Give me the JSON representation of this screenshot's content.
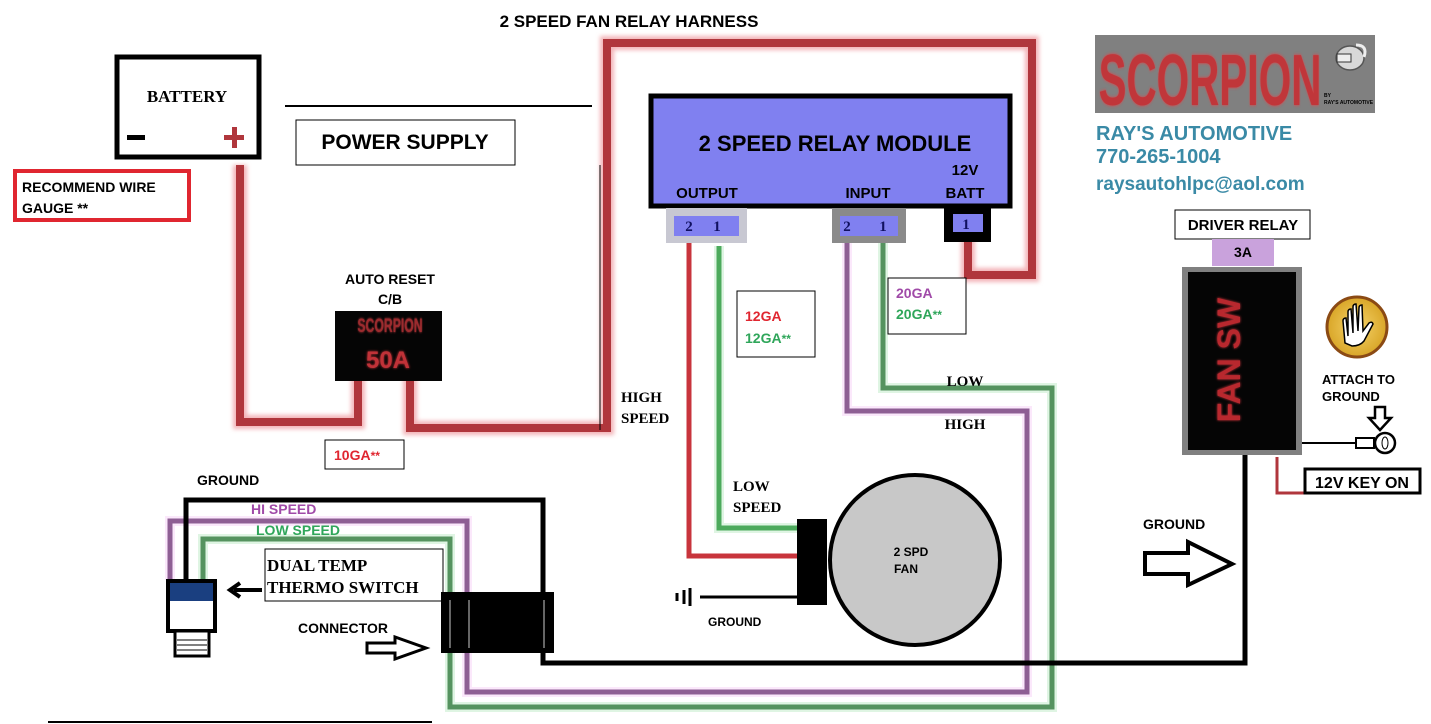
{
  "title": "2 SPEED FAN RELAY HARNESS",
  "colors": {
    "power": "#b0363c",
    "green": "#4c9a5e",
    "purple": "#8e5f94",
    "black": "#000000",
    "module": "#8080f0",
    "brand_teal": "#3a8aa6",
    "gauge_red": "#e02630",
    "gauge_green": "#2fa65a",
    "gauge_purple": "#a04aa8",
    "relay_fuse": "#c9a2dc"
  },
  "battery": {
    "label": "BATTERY",
    "neg": "−",
    "pos": "+"
  },
  "power_supply": {
    "label": "POWER SUPPLY"
  },
  "wire_gauge_note": {
    "line1": "RECOMMEND WIRE",
    "line2": "GAUGE **"
  },
  "circuit_breaker": {
    "label1": "AUTO RESET",
    "label2": "C/B",
    "brand": "SCORPION",
    "rating": "50A"
  },
  "gauge_10": {
    "value": "10GA",
    "mark": "**"
  },
  "module": {
    "title": "2 SPEED RELAY MODULE",
    "output_label": "OUTPUT",
    "input_label": "INPUT",
    "batt_label_1": "12V",
    "batt_label_2": "BATT",
    "output_pins": [
      "2",
      "1"
    ],
    "input_pins": [
      "2",
      "1"
    ],
    "batt_pins": [
      "1"
    ]
  },
  "gauge_12": {
    "red": "12GA",
    "green": "12GA",
    "mark": "**"
  },
  "gauge_20": {
    "purple": "20GA",
    "green": "20GA",
    "mark": "**"
  },
  "labels": {
    "high_speed_1": "HIGH",
    "high_speed_2": "SPEED",
    "low": "LOW",
    "high": "HIGH",
    "low_speed_1": "LOW",
    "low_speed_2": "SPEED",
    "ground_fan": "GROUND",
    "ground_top": "GROUND",
    "hi_speed": "HI SPEED",
    "low_speed": "LOW SPEED",
    "connector": "CONNECTOR",
    "ground_right": "GROUND"
  },
  "thermo_switch": {
    "line1": "DUAL TEMP",
    "line2": "THERMO SWITCH"
  },
  "fan": {
    "line1": "2 SPD",
    "line2": "FAN"
  },
  "brand": {
    "logo": "SCORPION",
    "logo_sub1": "BY",
    "logo_sub2": "RAY'S AUTOMOTIVE",
    "company": "RAY'S AUTOMOTIVE",
    "phone": "770-265-1004",
    "email": "raysautohlpc@aol.com"
  },
  "driver_relay": {
    "label": "DRIVER RELAY",
    "fuse": "3A",
    "switch_text": "FAN SW"
  },
  "attach_ground": {
    "line1": "ATTACH TO",
    "line2": "GROUND"
  },
  "key_on": {
    "label": "12V KEY ON"
  }
}
